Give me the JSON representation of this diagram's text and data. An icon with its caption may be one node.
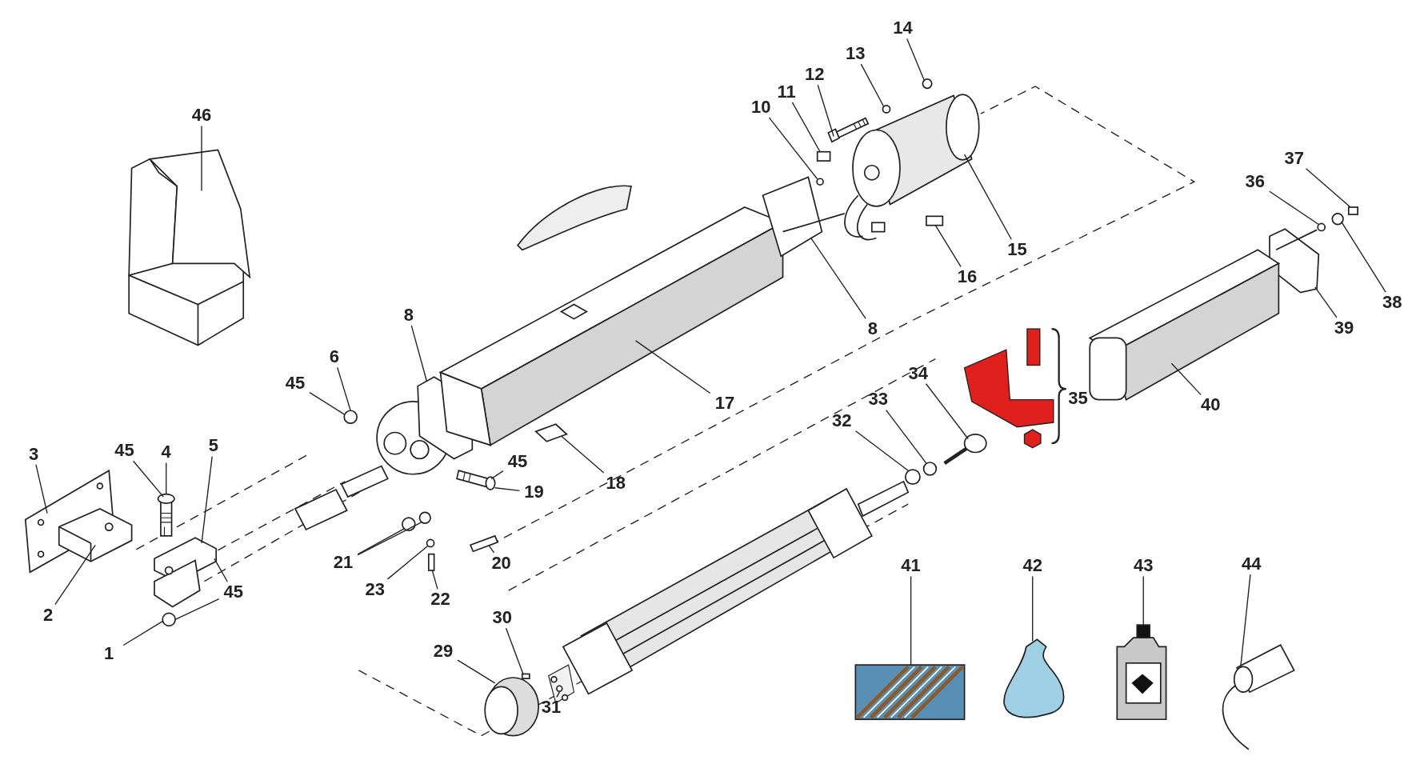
{
  "diagram": {
    "nodes": [
      {
        "text": [
          "46"
        ]
      },
      {
        "text": [
          "3"
        ]
      },
      {
        "text": [
          "2"
        ]
      },
      {
        "text": [
          "1"
        ]
      },
      {
        "text": [
          "45"
        ]
      },
      {
        "text": [
          "4"
        ]
      },
      {
        "text": [
          "5"
        ]
      },
      {
        "text": [
          "45"
        ]
      },
      {
        "text": [
          "6"
        ]
      },
      {
        "text": [
          "45"
        ]
      },
      {
        "text": [
          "8"
        ]
      },
      {
        "text": [
          "17"
        ]
      },
      {
        "text": [
          "18"
        ]
      },
      {
        "text": [
          "45"
        ]
      },
      {
        "text": [
          "19"
        ]
      },
      {
        "text": [
          "21"
        ]
      },
      {
        "text": [
          "20"
        ]
      },
      {
        "text": [
          "23"
        ]
      },
      {
        "text": [
          "22"
        ]
      },
      {
        "text": [
          "10"
        ]
      },
      {
        "text": [
          "11"
        ]
      },
      {
        "text": [
          "12"
        ]
      },
      {
        "text": [
          "13"
        ]
      },
      {
        "text": [
          "14"
        ]
      },
      {
        "text": [
          "15"
        ]
      },
      {
        "text": [
          "16"
        ]
      },
      {
        "text": [
          "8"
        ]
      },
      {
        "text": [
          "37"
        ]
      },
      {
        "text": [
          "36"
        ]
      },
      {
        "text": [
          "38"
        ]
      },
      {
        "text": [
          "39"
        ]
      },
      {
        "text": [
          "40"
        ]
      },
      {
        "text": [
          "34"
        ]
      },
      {
        "text": [
          "33"
        ]
      },
      {
        "text": [
          "32"
        ]
      },
      {
        "text": [
          "29"
        ]
      },
      {
        "text": [
          "30"
        ]
      },
      {
        "text": [
          "31"
        ]
      },
      {
        "text": [
          "41"
        ]
      },
      {
        "text": [
          "42"
        ]
      },
      {
        "text": [
          "43"
        ]
      },
      {
        "text": [
          "44"
        ]
      },
      {
        "text": [],
        "shape": "picture"
      },
      {
        "text": [],
        "shape": "picture"
      },
      {
        "text": [],
        "shape": "picture"
      },
      {
        "text": [],
        "shape": "circle"
      },
      {
        "text": [],
        "shape": "picture"
      },
      {
        "text": [],
        "shape": "picture"
      },
      {
        "text": [],
        "shape": "circle"
      },
      {
        "text": [],
        "shape": "picture"
      },
      {
        "text": [],
        "shape": "picture"
      },
      {
        "text": [],
        "shape": "picture"
      },
      {
        "text": [],
        "shape": "picture"
      },
      {
        "text": [],
        "shape": "circle"
      },
      {
        "text": [],
        "shape": "circle"
      },
      {
        "text": [],
        "shape": "picture"
      },
      {
        "text": [],
        "shape": "circle"
      },
      {
        "text": [],
        "shape": "box"
      },
      {
        "text": [],
        "shape": "circle"
      },
      {
        "text": [],
        "shape": "box"
      },
      {
        "text": [],
        "shape": "picture"
      },
      {
        "text": [],
        "shape": "circle"
      },
      {
        "text": [],
        "shape": "circle"
      },
      {
        "text": [],
        "shape": "picture"
      },
      {
        "text": [],
        "shape": "box"
      },
      {
        "text": [],
        "shape": "picture"
      },
      {
        "text": [],
        "shape": "box"
      },
      {
        "text": [],
        "shape": "circle"
      },
      {
        "text": [],
        "shape": "circle"
      },
      {
        "text": [],
        "shape": "picture"
      },
      {
        "text": [],
        "shape": "picture"
      },
      {
        "text": [],
        "shape": "picture"
      },
      {
        "text": [],
        "shape": "circle"
      },
      {
        "text": [],
        "shape": "circle"
      },
      {
        "text": [],
        "shape": "picture"
      },
      {
        "text": [],
        "shape": "box"
      },
      {
        "text": [],
        "shape": "picture"
      },
      {
        "text": [],
        "shape": "picture"
      },
      {
        "text": [],
        "shape": "picture"
      },
      {
        "text": [],
        "shape": "picture"
      },
      {
        "text": [],
        "shape": "picture"
      }
    ],
    "edges": [
      {
        "from": 0,
        "to": 42,
        "arrow": "none"
      },
      {
        "from": 1,
        "to": 43,
        "arrow": "none"
      },
      {
        "from": 2,
        "to": 44,
        "arrow": "none"
      },
      {
        "from": 3,
        "to": 45,
        "arrow": "none"
      },
      {
        "from": 4,
        "to": 46,
        "arrow": "none"
      },
      {
        "from": 5,
        "to": 46,
        "arrow": "none"
      },
      {
        "from": 6,
        "to": 47,
        "arrow": "none"
      },
      {
        "from": 7,
        "to": 47,
        "arrow": "none"
      },
      {
        "from": 7,
        "to": 45,
        "arrow": "none"
      },
      {
        "from": 8,
        "to": 48,
        "arrow": "none"
      },
      {
        "from": 9,
        "to": 48,
        "arrow": "none"
      },
      {
        "from": 10,
        "to": 49,
        "arrow": "none"
      },
      {
        "from": 11,
        "to": 50,
        "arrow": "none"
      },
      {
        "from": 12,
        "to": 51,
        "arrow": "none"
      },
      {
        "from": 13,
        "to": 52,
        "arrow": "none"
      },
      {
        "from": 14,
        "to": 52,
        "arrow": "none"
      },
      {
        "from": 15,
        "to": 53,
        "arrow": "none"
      },
      {
        "from": 15,
        "to": 54,
        "arrow": "none"
      },
      {
        "from": 16,
        "to": 55,
        "arrow": "none"
      },
      {
        "from": 17,
        "to": 56,
        "arrow": "none"
      },
      {
        "from": 18,
        "to": 57,
        "arrow": "none"
      },
      {
        "from": 19,
        "to": 58,
        "arrow": "none"
      },
      {
        "from": 20,
        "to": 59,
        "arrow": "none"
      },
      {
        "from": 21,
        "to": 60,
        "arrow": "none"
      },
      {
        "from": 22,
        "to": 61,
        "arrow": "none"
      },
      {
        "from": 23,
        "to": 62,
        "arrow": "none"
      },
      {
        "from": 24,
        "to": 63,
        "arrow": "none"
      },
      {
        "from": 25,
        "to": 64,
        "arrow": "none"
      },
      {
        "from": 26,
        "to": 65,
        "arrow": "none"
      },
      {
        "from": 27,
        "to": 66,
        "arrow": "none"
      },
      {
        "from": 28,
        "to": 67,
        "arrow": "none"
      },
      {
        "from": 29,
        "to": 68,
        "arrow": "none"
      },
      {
        "from": 30,
        "to": 69,
        "arrow": "none"
      },
      {
        "from": 31,
        "to": 70,
        "arrow": "none"
      },
      {
        "from": 32,
        "to": 71,
        "arrow": "none"
      },
      {
        "from": 33,
        "to": 72,
        "arrow": "none"
      },
      {
        "from": 34,
        "to": 73,
        "arrow": "none"
      },
      {
        "from": 35,
        "to": 74,
        "arrow": "none"
      },
      {
        "from": 36,
        "to": 75,
        "arrow": "none"
      },
      {
        "from": 37,
        "to": 76,
        "arrow": "none"
      },
      {
        "from": 38,
        "to": 77,
        "arrow": "none"
      },
      {
        "from": 39,
        "to": 78,
        "arrow": "none"
      },
      {
        "from": 40,
        "to": 79,
        "arrow": "none"
      },
      {
        "from": 41,
        "to": 80,
        "arrow": "none"
      }
    ],
    "labels": [
      "35"
    ]
  }
}
